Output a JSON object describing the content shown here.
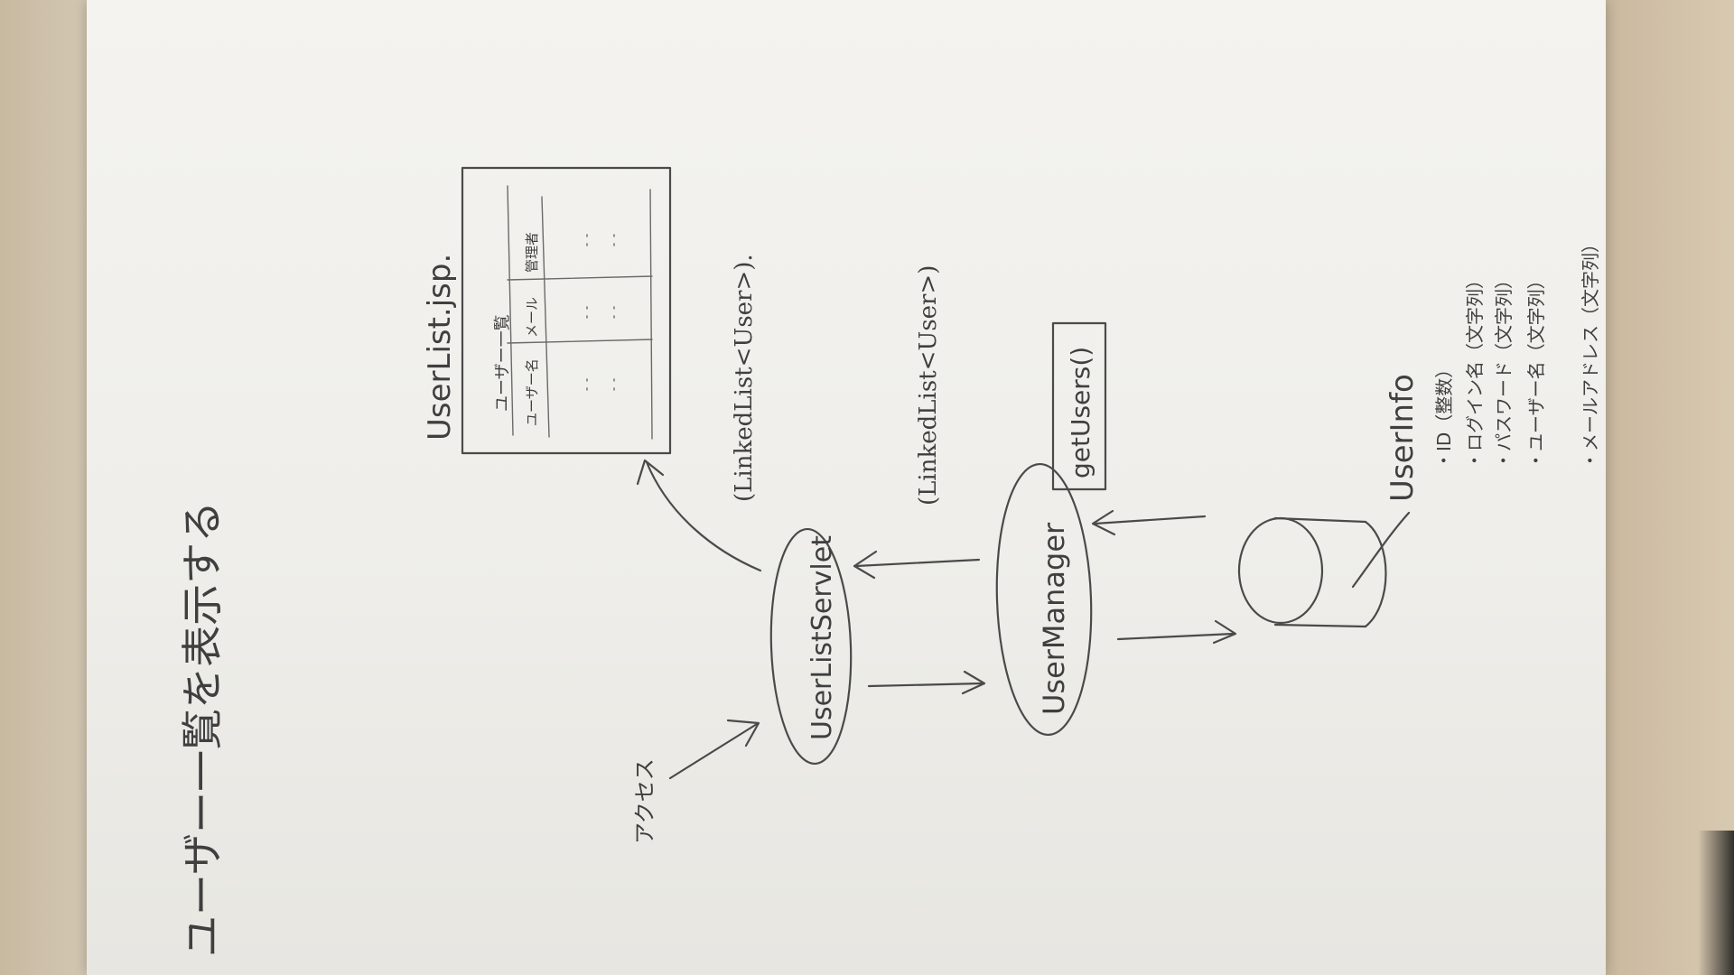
{
  "title": "ユーザー一覧を表示する",
  "access_label": "アクセス",
  "nodes": {
    "servlet": "UserListServlet",
    "manager": "UserManager",
    "db_label": "UserInfo"
  },
  "method_box": "getUsers()",
  "flows": {
    "to_jsp": "(LinkedList<User>).",
    "from_manager": "(LinkedList<User>)"
  },
  "jsp": {
    "name": "UserList.jsp.",
    "table_title": "ユーザー一覧",
    "columns": [
      "ユーザー名",
      "メール",
      "管理者"
    ]
  },
  "fields": [
    "・ID（整数）",
    "・ログイン名（文字列）",
    "・パスワード（文字列）",
    "・ユーザー名（文字列）",
    "・メールアドレス（文字列）"
  ]
}
